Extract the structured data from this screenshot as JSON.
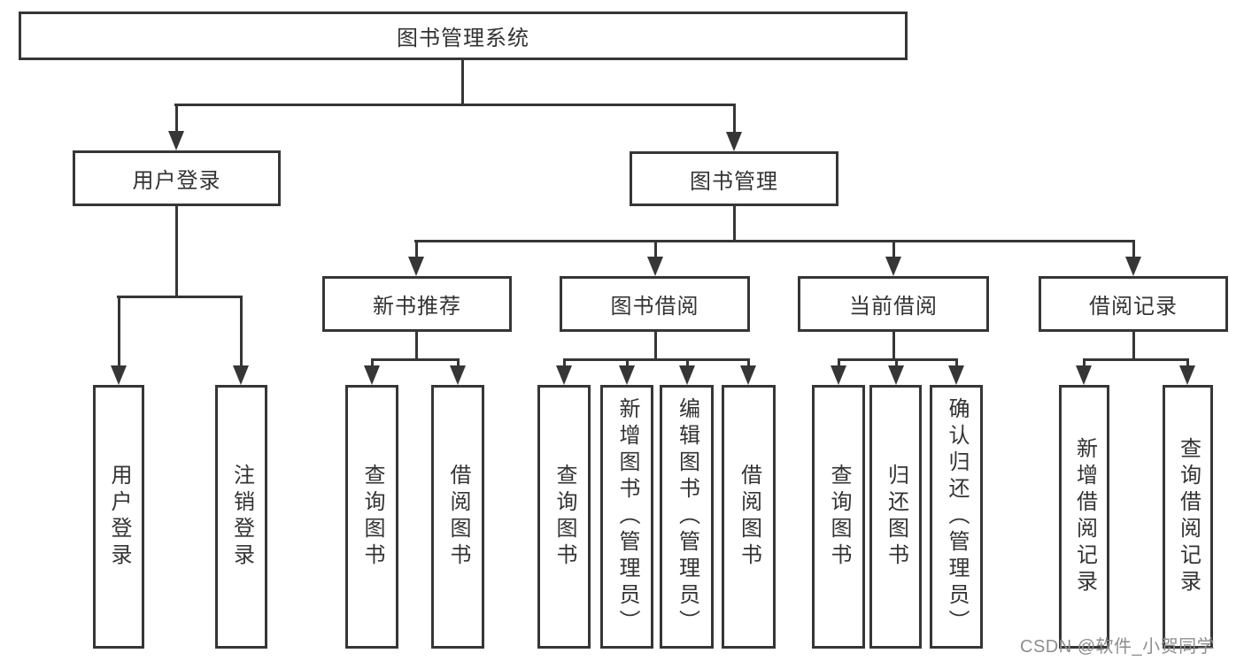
{
  "diagram": {
    "root": {
      "label": "图书管理系统"
    },
    "user_login": {
      "label": "用户登录",
      "children": [
        "用户登录",
        "注销登录"
      ]
    },
    "book_mgmt": {
      "label": "图书管理"
    },
    "modules": [
      {
        "label": "新书推荐",
        "children": [
          "查询图书",
          "借阅图书"
        ]
      },
      {
        "label": "图书借阅",
        "children": [
          "查询图书",
          "新增图书（管理员）",
          "编辑图书（管理员）",
          "借阅图书"
        ]
      },
      {
        "label": "当前借阅",
        "children": [
          "查询图书",
          "归还图书",
          "确认归还（管理员）"
        ]
      },
      {
        "label": "借阅记录",
        "children": [
          "新增借阅记录",
          "查询借阅记录"
        ]
      }
    ],
    "watermark": "CSDN @软件_小贺同学",
    "colors": {
      "line": "#363636",
      "text": "#333333",
      "watermark": "#8e8e8e",
      "background": "#ffffff"
    }
  }
}
